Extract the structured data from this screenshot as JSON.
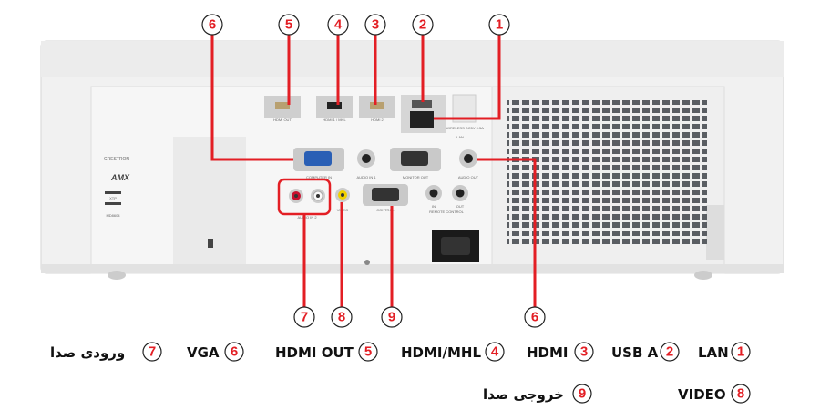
{
  "accent_color": "#e31e24",
  "callout_numbers": {
    "n1": "1",
    "n2": "2",
    "n3": "3",
    "n4": "4",
    "n5": "5",
    "n6": "6",
    "n7": "7",
    "n8": "8",
    "n9": "9"
  },
  "legend": [
    {
      "number": "1",
      "label": "LAN"
    },
    {
      "number": "2",
      "label": "USB A"
    },
    {
      "number": "3",
      "label": "HDMI"
    },
    {
      "number": "4",
      "label": "HDMI/MHL"
    },
    {
      "number": "5",
      "label": "HDMI OUT"
    },
    {
      "number": "6",
      "label": "VGA"
    },
    {
      "number": "7",
      "label": "ورودی صدا"
    },
    {
      "number": "8",
      "label": "VIDEO"
    },
    {
      "number": "9",
      "label": "خروجی صدا"
    }
  ],
  "panel_labels": {
    "hdmi_out": "HDMI OUT",
    "hdmi1": "HDMI 1 / MHL",
    "hdmi2": "HDMI 2",
    "wireless": "WIRELESS DC5V 0.5A",
    "lan": "LAN",
    "computer_in": "COMPUTER IN",
    "audio_in1": "AUDIO IN 1",
    "monitor_out": "MONITOR OUT",
    "audio_out": "AUDIO OUT",
    "audio_in2": "AUDIO IN 2",
    "video": "VIDEO",
    "control": "CONTROL",
    "in": "IN",
    "out": "OUT",
    "remote": "REMOTE CONTROL",
    "crestron": "CRESTRON",
    "amx": "AMX",
    "xtp": "XTP",
    "model": "MD8604"
  }
}
